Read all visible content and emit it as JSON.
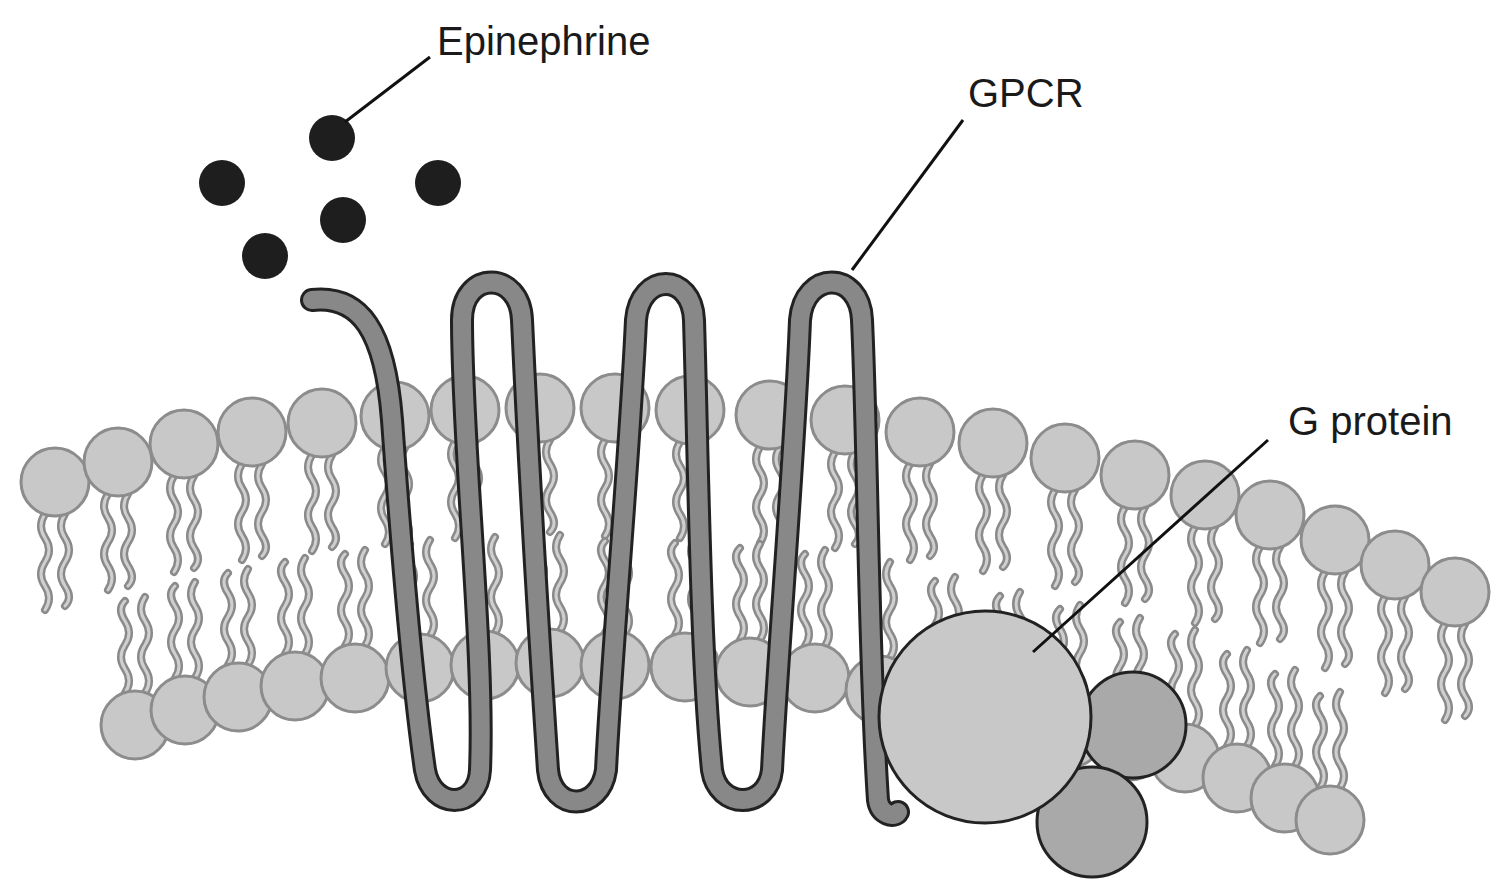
{
  "diagram": {
    "labels": [
      "Epinephrine",
      "GPCR",
      "G protein"
    ]
  }
}
